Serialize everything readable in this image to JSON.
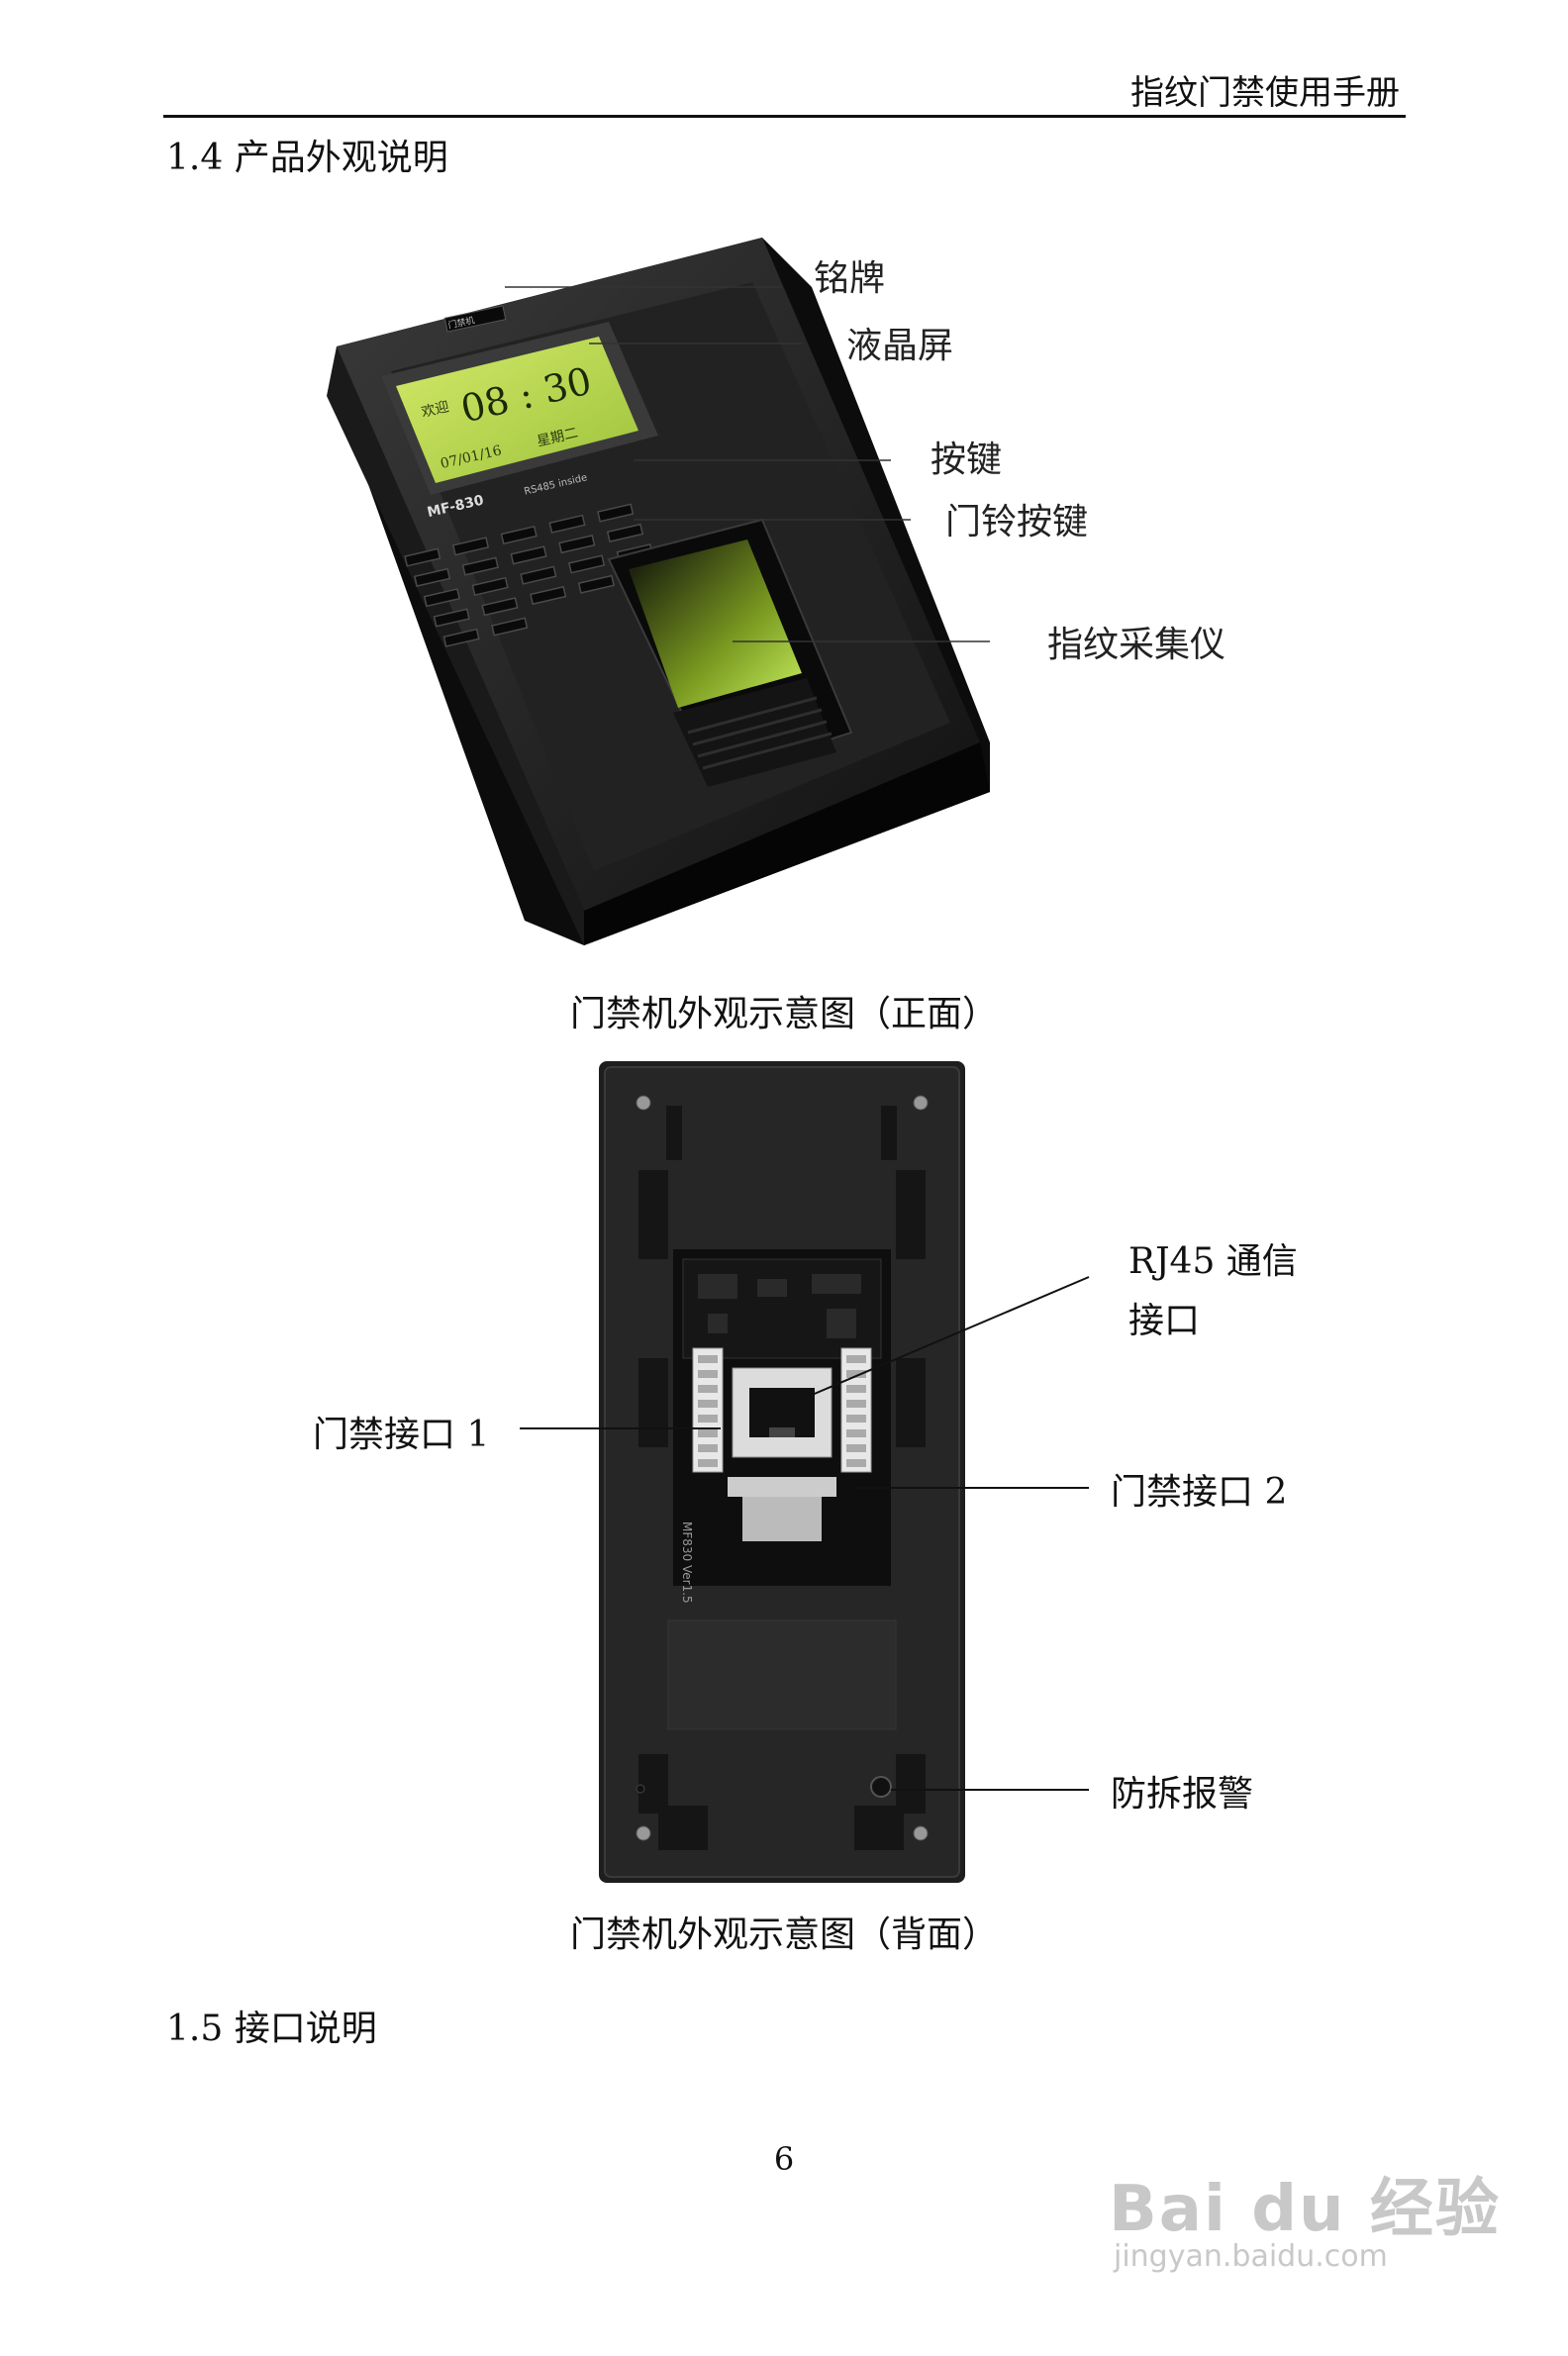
{
  "header": {
    "title": "指纹门禁使用手册"
  },
  "section_1_4": {
    "heading": "1.4  产品外观说明"
  },
  "front_figure": {
    "labels": {
      "nameplate": "铭牌",
      "lcd": "液晶屏",
      "keys": "按键",
      "doorbell_key": "门铃按键",
      "fingerprint_sensor": "指纹采集仪"
    },
    "screen": {
      "greeting": "欢迎",
      "time": "08 : 30",
      "date": "07/01/16",
      "weekday": "星期二",
      "model": "MF-830",
      "bus": "RS485 inside"
    },
    "caption": "门禁机外观示意图（正面）"
  },
  "back_figure": {
    "labels": {
      "rj45_line1": "RJ45 通信",
      "rj45_line2": "接口",
      "door_port_1": "门禁接口 1",
      "door_port_2": "门禁接口 2",
      "tamper_alarm": "防拆报警"
    },
    "board_text": "MF830 Ver1.5",
    "caption": "门禁机外观示意图（背面）"
  },
  "section_1_5": {
    "heading": "1.5  接口说明"
  },
  "page_number": "6",
  "watermark": {
    "brand": "Bai du 经验",
    "url": "jingyan.baidu.com"
  },
  "colors": {
    "lcd_green": "#b5d94a",
    "device_body": "#1c1c1c",
    "sensor_glow": "#c8f060"
  }
}
